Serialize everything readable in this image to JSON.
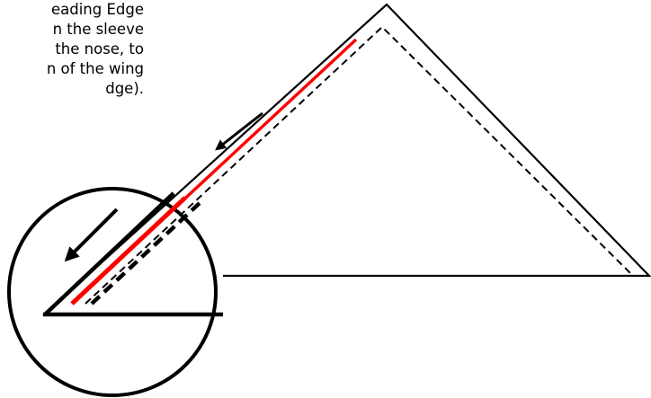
{
  "caption": {
    "lines": [
      "eading Edge",
      "n the sleeve",
      "the nose, to",
      "n of the wing",
      "dge)."
    ]
  },
  "colors": {
    "outline": "#000000",
    "highlight": "#ff0000",
    "background": "#ffffff"
  },
  "icons": [
    "arrow-left-down-icon",
    "arrow-left-down-icon"
  ]
}
